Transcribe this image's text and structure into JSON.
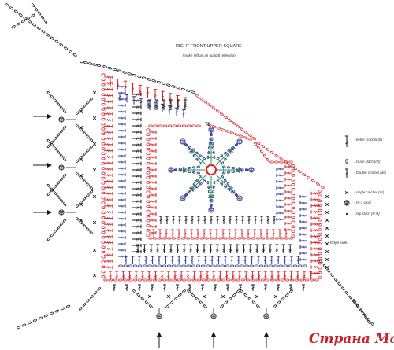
{
  "header": {
    "title": "RIGHT FRONT UPPER SQUARE",
    "subtitle": "(make left as an optical reflection)"
  },
  "diagram": {
    "to_label": "T0",
    "edge_label": "Edge side."
  },
  "legend": {
    "items": [
      {
        "icon": "treble-crochet-icon",
        "label": "- treble crochet (tr)"
      },
      {
        "icon": "chain-stitch-icon",
        "label": "- chain stitch (ch)"
      },
      {
        "icon": "double-crochet-icon",
        "label": "- Double crochet (dc)"
      },
      {
        "icon": "single-crochet-icon",
        "label": "- single crochet (sc)"
      },
      {
        "icon": "picot-icon",
        "label": "- ch-3 picot"
      },
      {
        "icon": "slip-stitch-icon",
        "label": "- slip stitch (sl st)"
      }
    ]
  },
  "watermark": {
    "text": "Страна Мам"
  },
  "colors": {
    "red": "#d9232c",
    "blue": "#27358f",
    "green": "#2e9a48",
    "black": "#1a1a1a",
    "watermark_red": "#c7222a"
  }
}
